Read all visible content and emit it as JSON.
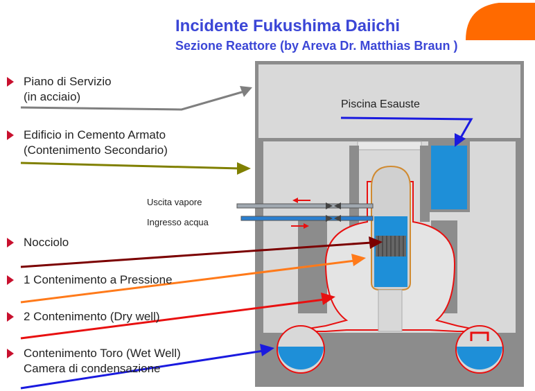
{
  "header": {
    "title": "Incidente Fukushima Daiichi",
    "subtitle": "Sezione Reattore (by Areva Dr. Matthias Braun )"
  },
  "labels": {
    "piano_line1": "Piano di Servizio",
    "piano_line2": "(in acciaio)",
    "edificio_line1": "Edificio in Cemento Armato",
    "edificio_line2": "(Contenimento Secondario)",
    "nocciolo": "Nocciolo",
    "contenimento1": "1 Contenimento a Pressione",
    "contenimento2": "2 Contenimento (Dry well)",
    "toro_line1": "Contenimento Toro (Wet Well)",
    "toro_line2": "Camera di condensazione",
    "piscina": "Piscina Esauste",
    "uscita": "Uscita vapore",
    "ingresso": "Ingresso acqua"
  },
  "colors": {
    "title": "#3b46d6",
    "bullet": "#c8102e",
    "arrow_piano": "#7f7f7f",
    "arrow_edificio": "#808000",
    "arrow_nocciolo": "#7b0000",
    "arrow_contenimento1": "#ff7a1a",
    "arrow_contenimento2": "#e81010",
    "arrow_toro": "#1a1adf",
    "arrow_piscina": "#1a1adf",
    "water": "#1e8fd8",
    "concrete": "#d9d9d9",
    "steel": "#8a8a8a",
    "accent_logo": "#ff6a00"
  }
}
